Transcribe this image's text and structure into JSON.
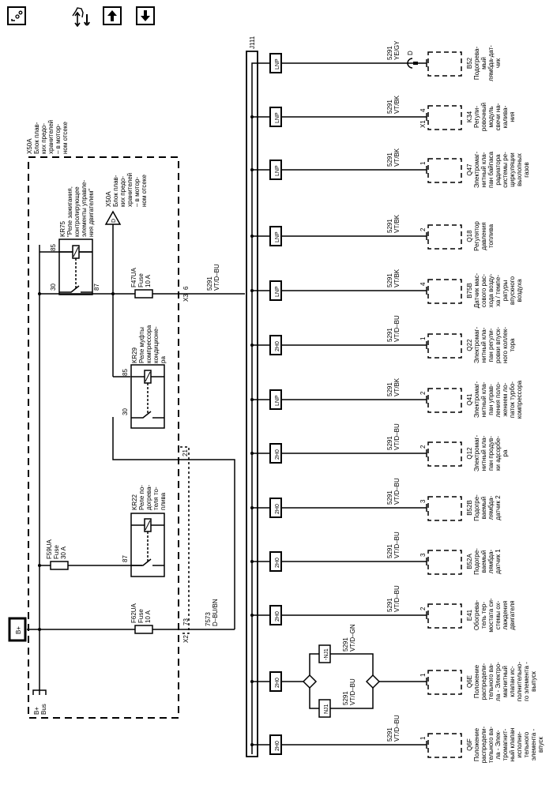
{
  "toolbar": {
    "location_button": "location-icon",
    "connector_view_button": "harness-wrench-icon",
    "page_up_button": "arrow-up-icon",
    "page_down_button": "arrow-down-icon"
  },
  "fuse_block": {
    "ref": "X50A",
    "label_lines": [
      "Блок плав-",
      "ких предо-",
      "хранителей",
      "– в мотор-",
      "ном отсеке"
    ],
    "power_source": "B+",
    "bus_lines": [
      "B+",
      "Bus"
    ],
    "relays": [
      {
        "ref": "KR75",
        "label_lines": [
          "\"Реле зажигания,",
          "контролирующее",
          "элементы управле-",
          "ния двигателем\""
        ],
        "pins": [
          "85",
          "30",
          "87"
        ]
      },
      {
        "ref": "KR29",
        "label_lines": [
          "Реле муфты",
          "компрессора",
          "кондиционе-",
          "ра"
        ],
        "pins": [
          "85",
          "30"
        ]
      },
      {
        "ref": "KR22",
        "label_lines": [
          "Реле по-",
          "догрева-",
          "теля то-",
          "плива"
        ],
        "pins": [
          "87"
        ]
      }
    ],
    "fuses": [
      {
        "ref": "F47UA",
        "type": "Fuse",
        "rating": "10 A"
      },
      {
        "ref": "F59UA",
        "type": "Fuse",
        "rating": "30 A"
      },
      {
        "ref": "F62UA",
        "type": "Fuse",
        "rating": "10 A"
      }
    ],
    "ref_marker": {
      "ref": "X50A",
      "letter": "D",
      "label_lines": [
        "Блок плав-",
        "ких предо-",
        "хранителей",
        "– в мотор-",
        "ном отсеке"
      ]
    },
    "connectors": [
      {
        "name": "X3",
        "pin": "6"
      },
      {
        "name": "X2",
        "pin": "21"
      },
      {
        "name": "X2",
        "pin": "73"
      }
    ]
  },
  "feed_wires": [
    {
      "circuit": "5291",
      "color": "VT/D–BU"
    },
    {
      "circuit": "7573",
      "color": "D–BU/BN"
    }
  ],
  "splice": {
    "ref": "J111"
  },
  "branches": [
    {
      "splice_type": "LNP",
      "circuit": "5291",
      "color": "YE/GY",
      "pin": "",
      "connector": "",
      "inline": "D",
      "component": "B52",
      "label_lines": [
        "Подогрева-",
        "мый",
        "лямбда-дат-",
        "чик"
      ]
    },
    {
      "splice_type": "LNP",
      "circuit": "5291",
      "color": "VT/BK",
      "pin": "4",
      "connector": "X1",
      "component": "K34",
      "label_lines": [
        "Регули-",
        "ровочный",
        "модуль",
        "свечи на-",
        "калива-",
        "ния"
      ]
    },
    {
      "splice_type": "LNP",
      "circuit": "5291",
      "color": "VT/BK",
      "pin": "1",
      "connector": "",
      "component": "Q47",
      "label_lines": [
        "Электромаг-",
        "нитный кла-",
        "пан байпаса",
        "радиатора",
        "системы ре-",
        "циркуляции",
        "выхлопных",
        "газов"
      ]
    },
    {
      "splice_type": "LNP",
      "circuit": "5291",
      "color": "VT/BK",
      "pin": "2",
      "connector": "",
      "component": "Q18",
      "label_lines": [
        "Регулятор",
        "давления",
        "топлива"
      ]
    },
    {
      "splice_type": "LNP",
      "circuit": "5291",
      "color": "VT/BK",
      "pin": "4",
      "connector": "",
      "component": "B75B",
      "label_lines": [
        "Датчик мас-",
        "сового рас-",
        "хода возду-",
        "ха / темпе-",
        "ратуры",
        "впускного",
        "воздуха"
      ]
    },
    {
      "splice_type": "2H0",
      "circuit": "5291",
      "color": "VT/D–BU",
      "pin": "1",
      "connector": "",
      "component": "Q22",
      "label_lines": [
        "Электромаг-",
        "нитный кла-",
        "пан регули-",
        "ровки впуск-",
        "ного коллек-",
        "тора"
      ]
    },
    {
      "splice_type": "LNP",
      "circuit": "5291",
      "color": "VT/BK",
      "pin": "2",
      "connector": "",
      "component": "Q41",
      "label_lines": [
        "Электромаг-",
        "нитный кла-",
        "пан управ-",
        "ления поло-",
        "жением ло-",
        "паток турбо-",
        "компрессора"
      ]
    },
    {
      "splice_type": "2H0",
      "circuit": "5291",
      "color": "VT/D–BU",
      "pin": "2",
      "connector": "",
      "component": "Q12",
      "label_lines": [
        "Электромаг-",
        "нитный кла-",
        "пан продув-",
        "ки адсорбе-",
        "ра"
      ]
    },
    {
      "splice_type": "2H0",
      "circuit": "5291",
      "color": "VT/D–BU",
      "pin": "3",
      "connector": "",
      "component": "B52B",
      "label_lines": [
        "Подогре-",
        "ваемый",
        "лямбда-",
        "датчик 2"
      ]
    },
    {
      "splice_type": "2H0",
      "circuit": "5291",
      "color": "VT/D–BU",
      "pin": "3",
      "connector": "",
      "component": "B52A",
      "label_lines": [
        "Подогре-",
        "ваемый",
        "лямбда-",
        "датчик 1"
      ]
    },
    {
      "splice_type": "2H0",
      "circuit": "5291",
      "color": "VT/D–BU",
      "pin": "2",
      "connector": "",
      "component": "E41",
      "label_lines": [
        "Обогрева-",
        "тель тер-",
        "мостата си-",
        "стемы ох-",
        "лаждения",
        "двигателя"
      ]
    },
    {
      "splice_type": "2H0",
      "circuit": "5291",
      "color": "",
      "pin": "1",
      "connector": "",
      "component": "Q6E",
      "label_lines": [
        "Положение",
        "распредели-",
        "тельного ва-",
        "ла - Электро-",
        "магнитный",
        "клапан ис-",
        "полнительно-",
        "го элемента -",
        "выпуск"
      ],
      "options": [
        {
          "tag": "-NJ1",
          "circuit": "5291",
          "color": "VT/D–GN"
        },
        {
          "tag": "NJ1",
          "circuit": "5291",
          "color": "VT/D–BU"
        }
      ]
    },
    {
      "splice_type": "2H0",
      "circuit": "5291",
      "color": "VT/D–BU",
      "pin": "1",
      "connector": "",
      "component": "Q6F",
      "label_lines": [
        "Положение",
        "распредели-",
        "тельного ва-",
        "ла - Элек-",
        "тромагнит-",
        "ный клапан",
        "исполни-",
        "тельного",
        "элемента -",
        "впуск"
      ]
    }
  ]
}
